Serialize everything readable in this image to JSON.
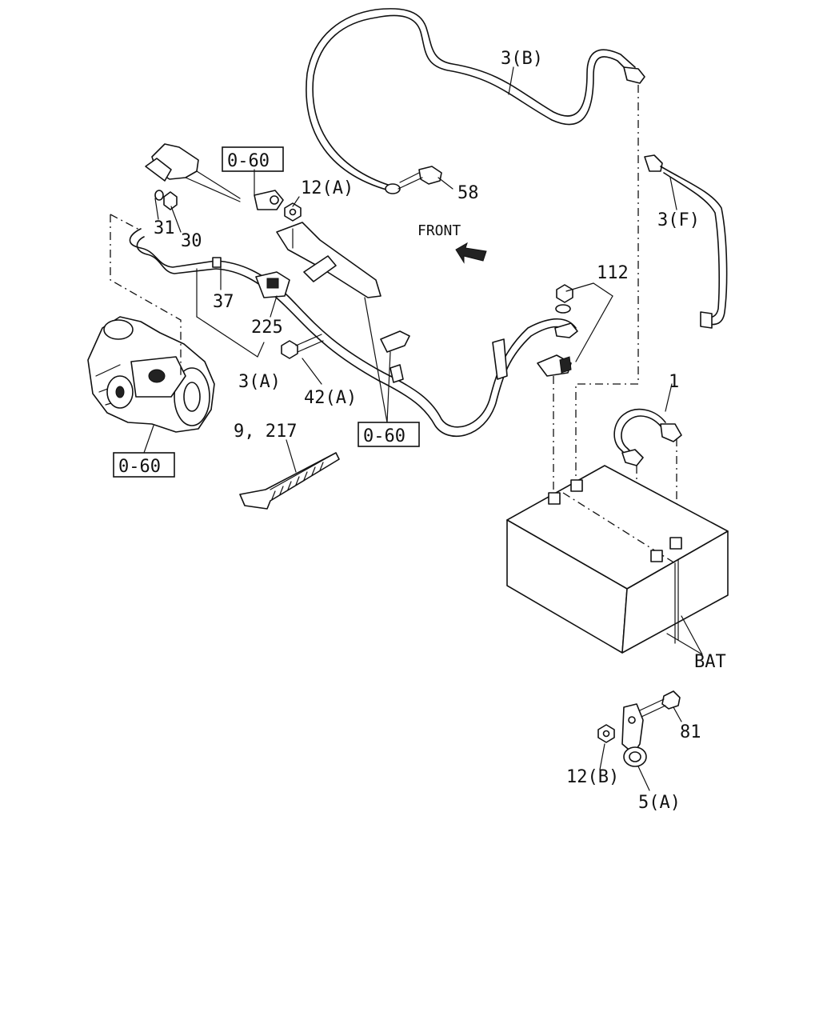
{
  "labels": {
    "cable_3b": "3(B)",
    "bolt_58": "58",
    "cable_3f": "3(F)",
    "ref_top": "0-60",
    "nut_12a": "12(A)",
    "front": "FRONT",
    "washer_31": "31",
    "nut_30": "30",
    "terminal_112": "112",
    "clip_37": "37",
    "clip_225": "225",
    "cable_3a": "3(A)",
    "bolt_42a": "42(A)",
    "ref_mid": "0-60",
    "band_9_217": "9, 217",
    "ref_starter": "0-60",
    "cable_1": "1",
    "battery": "BAT",
    "bolt_81": "81",
    "nut_12b": "12(B)",
    "clamp_5a": "5(A)"
  }
}
